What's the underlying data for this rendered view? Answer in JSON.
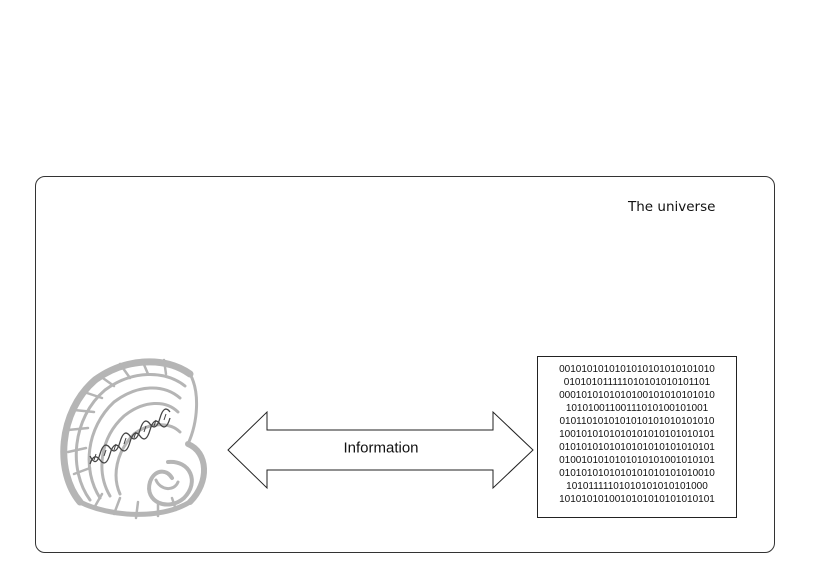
{
  "diagram": {
    "universe_label": "The universe",
    "arrow_label": "Information",
    "binary_lines": [
      "0010101010101010101010101010",
      "010101011111010101010101101",
      "0001010101010100101010101010",
      "10101001100111010100101001",
      "0101101010101010101010101010",
      "1001010101010101010101010101",
      "0101010101010101010101010101",
      "0100101010101010101001010101",
      "0101010101010101010101010010",
      "10101111101010101010101000",
      "1010101010010101010101010101"
    ],
    "icons": {
      "shell": "nautilus-shell-icon",
      "dna": "dna-helix-icon",
      "arrow": "double-arrow-icon"
    },
    "colors": {
      "shell": "#b5b5b5",
      "outline": "#333333"
    }
  }
}
